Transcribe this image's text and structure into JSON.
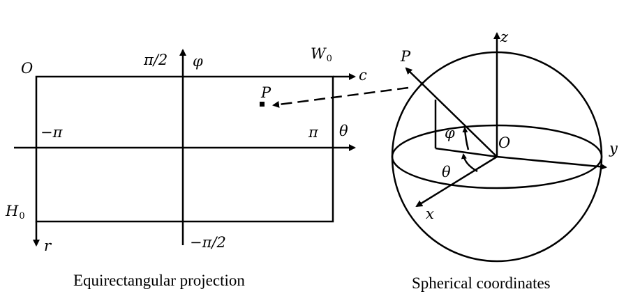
{
  "equirectangular": {
    "labels": {
      "origin": "O",
      "width_main": "W",
      "width_sub": "0",
      "height_main": "H",
      "height_sub": "0",
      "col_axis": "c",
      "row_axis": "r",
      "theta": "θ",
      "phi": "φ",
      "pi_half": "π/2",
      "neg_pi_half": "−π/2",
      "neg_pi": "−π",
      "pi": "π",
      "point": "P"
    },
    "caption": "Equirectangular projection"
  },
  "sphere": {
    "labels": {
      "z": "z",
      "y": "y",
      "x": "x",
      "origin": "O",
      "point": "P",
      "phi": "φ",
      "theta": "θ"
    },
    "caption": "Spherical coordinates"
  }
}
